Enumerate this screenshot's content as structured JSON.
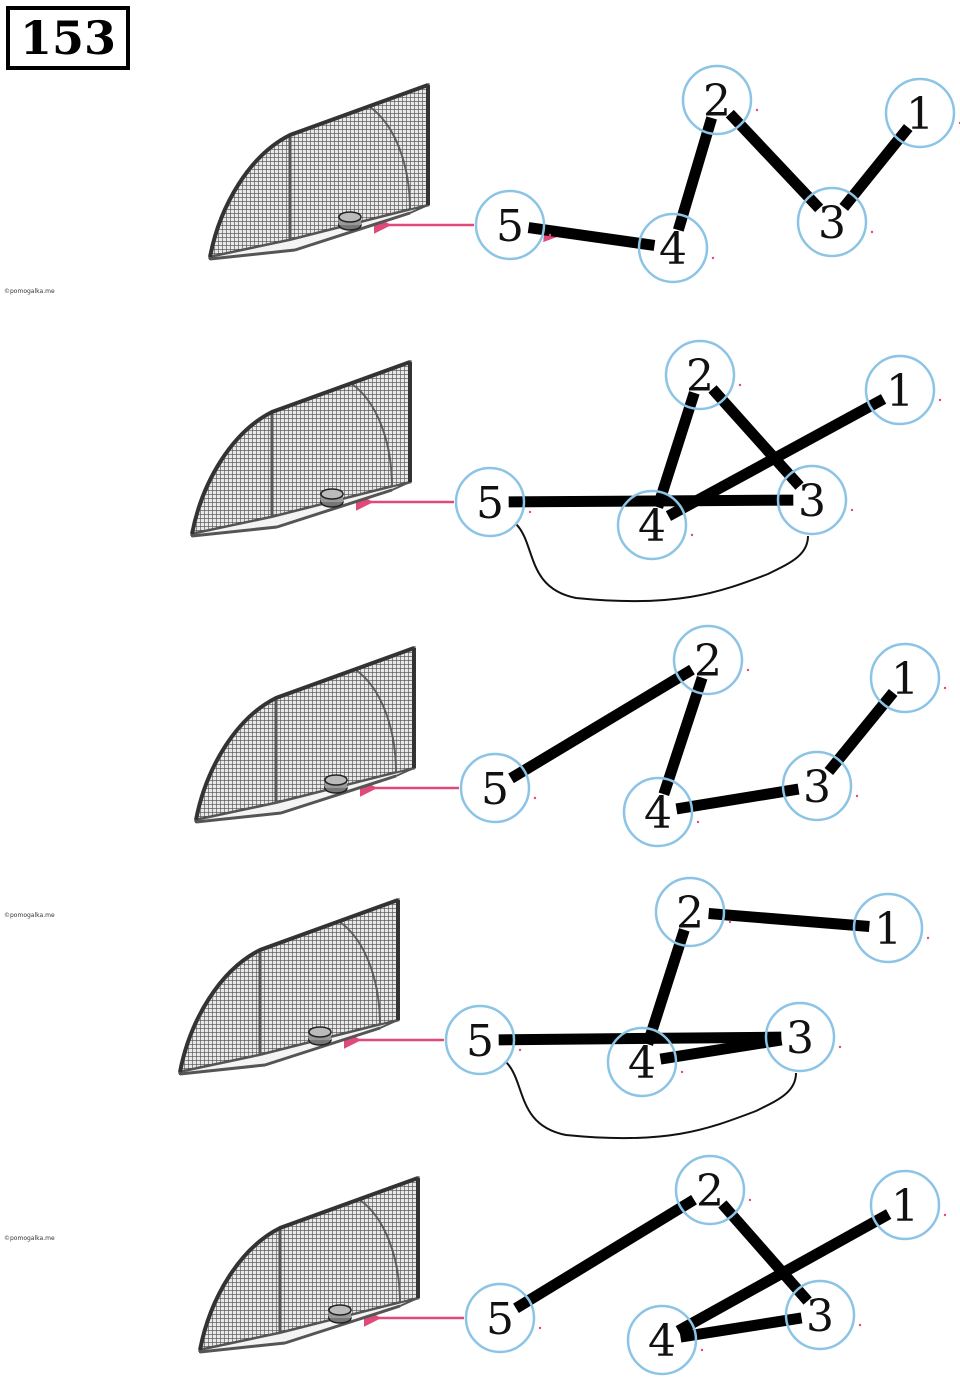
{
  "task_number": "153",
  "watermark": "©pomogalka.me",
  "colors": {
    "node_stroke": "#8cc4e6",
    "arrow": "#e04a78",
    "path": "#000000",
    "goal_frame": "#555555"
  },
  "icons": [
    "soccer-goal-icon",
    "puck-icon"
  ],
  "node_labels": [
    "1",
    "2",
    "3",
    "4",
    "5"
  ],
  "panels": [
    {
      "route": [
        "1",
        "3",
        "2",
        "4",
        "5"
      ],
      "thin_connection": null
    },
    {
      "route": [
        "1",
        "4",
        "2",
        "3",
        "5"
      ],
      "thin_connection": [
        "3",
        "5"
      ]
    },
    {
      "route": [
        "1",
        "3",
        "4",
        "2",
        "5"
      ],
      "thin_connection": null
    },
    {
      "route": [
        "1",
        "2",
        "4",
        "3",
        "5"
      ],
      "thin_connection": [
        "3",
        "5"
      ]
    },
    {
      "route": [
        "1",
        "4",
        "3",
        "2",
        "5"
      ],
      "thin_connection": null
    }
  ]
}
